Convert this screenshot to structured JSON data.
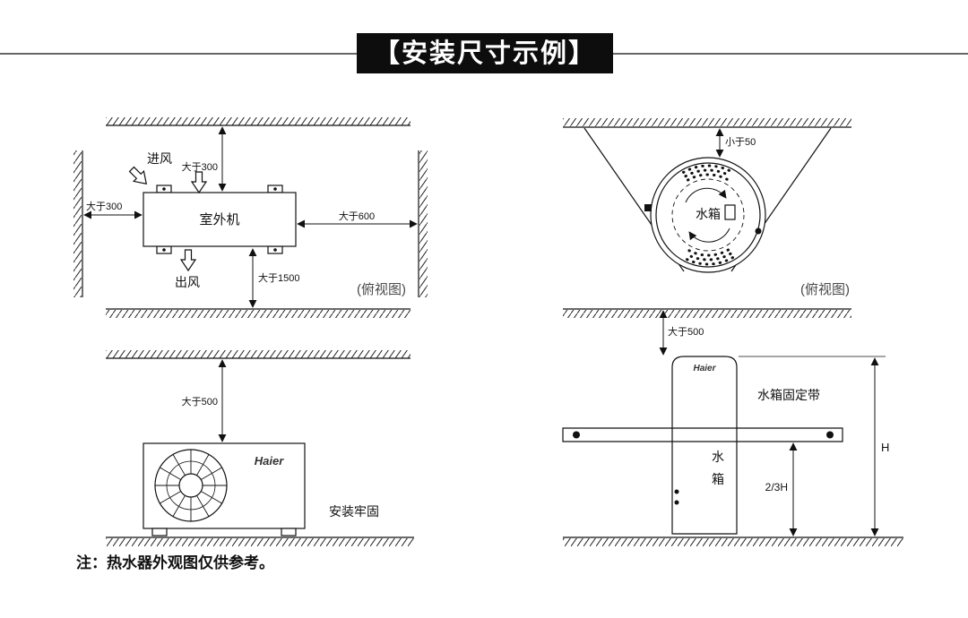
{
  "page": {
    "title": "【安装尺寸示例】",
    "note": "注：热水器外观图仅供参考。"
  },
  "outdoor_top": {
    "air_in": "进风",
    "air_out": "出风",
    "unit": "室外机",
    "dim_top": "大于300",
    "dim_left": "大于300",
    "dim_right": "大于600",
    "dim_bottom": "大于1500",
    "view": "(俯视图)"
  },
  "tank_top": {
    "dim_gap": "小于50",
    "tank": "水箱",
    "view": "(俯视图)"
  },
  "outdoor_front": {
    "dim_top": "大于500",
    "brand": "Haier",
    "caption": "安装牢固"
  },
  "tank_front": {
    "dim_top": "大于500",
    "brand": "Haier",
    "strap": "水箱固定带",
    "tank_char1": "水",
    "tank_char2": "箱",
    "dim_total": "H",
    "dim_partial": "2/3H"
  }
}
